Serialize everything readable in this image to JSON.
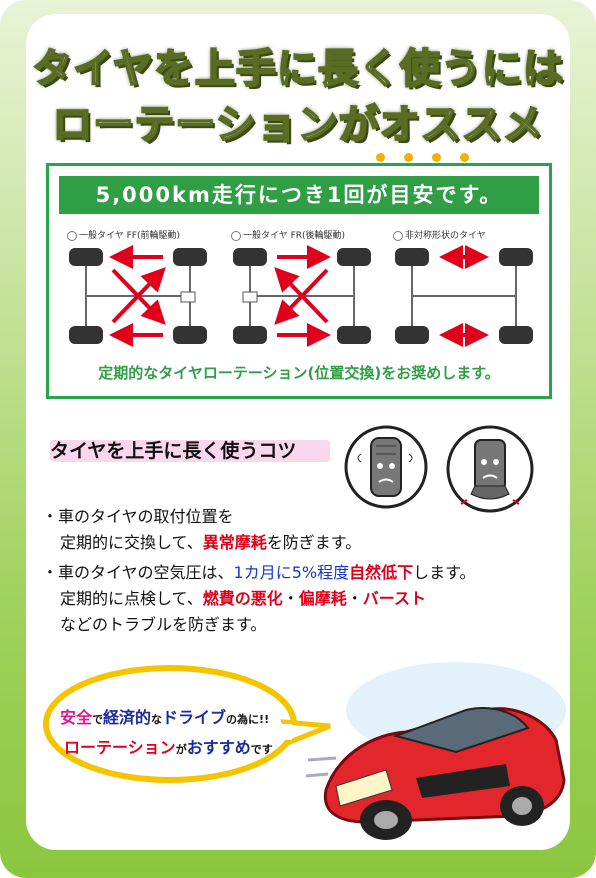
{
  "title": {
    "line1": "タイヤを上手に長く使うには",
    "line2": "ローテーションがオススメ"
  },
  "rotation_box": {
    "heading": "5,000km走行につき1回が目安です。",
    "diagrams": [
      {
        "label": "一般タイヤ FF(前輪駆動)"
      },
      {
        "label": "一般タイヤ FR(後輪駆動)"
      },
      {
        "label": "非対称形状のタイヤ"
      }
    ],
    "footer": "定期的なタイヤローテーション(位置交換)をお奨めします。"
  },
  "tips": {
    "heading": "タイヤを上手に長く使うコツ",
    "p1_a": "・車のタイヤの取付位置を",
    "p1_b_pre": "定期的に交換して、",
    "p1_b_red": "異常摩耗",
    "p1_b_post": "を防ぎます。",
    "p2_a_pre": "・車のタイヤの空気圧は、",
    "p2_a_blue": "1カ月に5%程度",
    "p2_a_red": "自然低下",
    "p2_a_post": "します。",
    "p2_b_pre": "定期的に点検して、",
    "p2_b_red1": "燃費の悪化",
    "p2_b_sep1": "・",
    "p2_b_red2": "偏摩耗",
    "p2_b_sep2": "・",
    "p2_b_red3": "バースト",
    "p2_c": "などのトラブルを防ぎます。"
  },
  "bubble": {
    "l1_a": "安全",
    "l1_b": "で",
    "l1_c": "経済的",
    "l1_d": "な",
    "l1_e": "ドライブ",
    "l1_f": "の為に!!",
    "l2_a": "ローテーション",
    "l2_b": "が",
    "l2_c": "おすすめ",
    "l2_d": "です"
  },
  "colors": {
    "accent_green": "#2f9e44",
    "warning_red": "#e0001b",
    "car_red": "#e3262c"
  }
}
